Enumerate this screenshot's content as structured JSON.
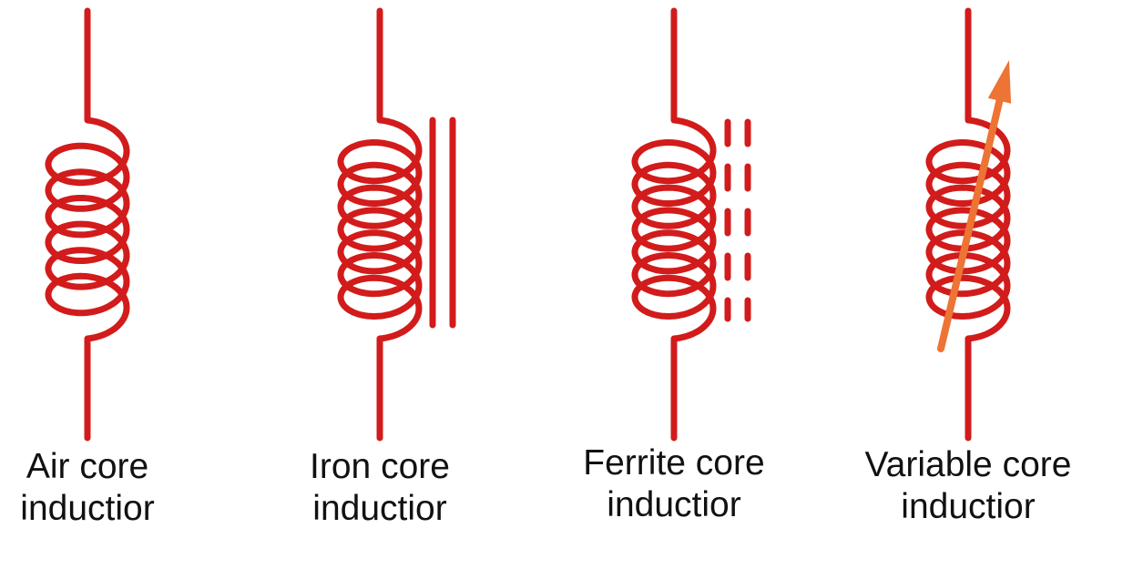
{
  "colors": {
    "symbol_red": "#d21b1b",
    "arrow_orange": "#ed7434",
    "label_text": "#111111",
    "background": "#ffffff"
  },
  "inductors": [
    {
      "type": "air",
      "label_line1": "Air core",
      "label_line2": "inductior",
      "turns": 6,
      "core_marks": "none"
    },
    {
      "type": "iron",
      "label_line1": "Iron core",
      "label_line2": "inductior",
      "turns": 7,
      "core_marks": "two solid vertical lines"
    },
    {
      "type": "ferrite",
      "label_line1": "Ferrite core",
      "label_line2": "inductior",
      "turns": 7,
      "core_marks": "two dashed vertical lines"
    },
    {
      "type": "variable",
      "label_line1": "Variable core",
      "label_line2": "inductior",
      "turns": 7,
      "core_marks": "diagonal arrow through coil"
    }
  ]
}
